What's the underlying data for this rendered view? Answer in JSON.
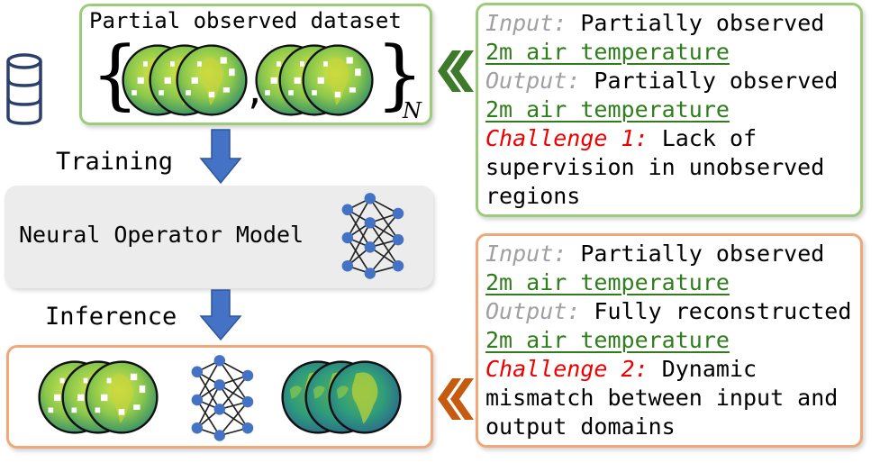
{
  "dataset": {
    "title": "Partial observed dataset",
    "comma": ",",
    "subscript": "N"
  },
  "training_label": "Training",
  "inference_label": "Inference",
  "model_label": "Neural Operator Model",
  "train_panel": {
    "input_prefix": "Input:",
    "input_text": "Partially observed",
    "input_var": "2m air temperature",
    "output_prefix": "Output:",
    "output_text": "Partially observed",
    "output_var": "2m air temperature",
    "challenge_prefix": "Challenge 1:",
    "challenge_line1": "Lack of",
    "challenge_line2": "supervision in unobserved",
    "challenge_line3": "regions"
  },
  "infer_panel": {
    "input_prefix": "Input:",
    "input_text": "Partially observed",
    "input_var": "2m air temperature",
    "output_prefix": "Output:",
    "output_text": "Fully reconstructed",
    "output_var": "2m air temperature",
    "challenge_prefix": "Challenge 2:",
    "challenge_line1": "Dynamic",
    "challenge_line2": "mismatch between input and",
    "challenge_line3": "output domains"
  },
  "colors": {
    "train_border": "#9ccc7a",
    "infer_border": "#f0a878",
    "arrow_blue": "#4472c4",
    "chevron_green": "#3d7a2a",
    "chevron_orange": "#c55a11",
    "network_node": "#4472c4"
  },
  "icons": [
    "database-icon",
    "globe-icon",
    "neural-network-icon",
    "down-arrow-icon",
    "double-chevron-left-icon"
  ]
}
